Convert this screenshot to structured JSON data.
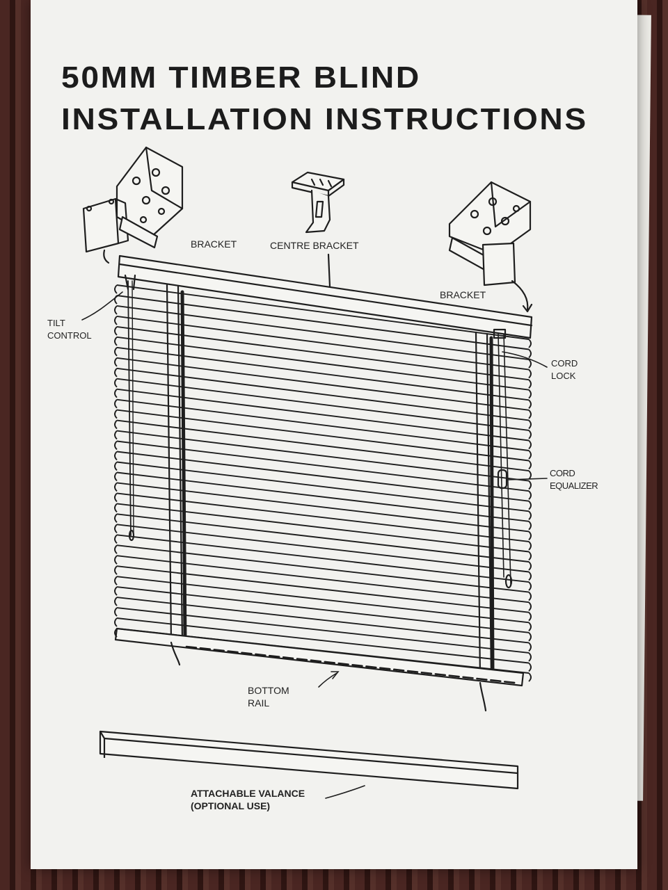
{
  "document": {
    "title_line1": "50MM TIMBER BLIND",
    "title_line2": "INSTALLATION INSTRUCTIONS"
  },
  "diagram": {
    "labels": {
      "bracket_left": "BRACKET",
      "centre_bracket": "CENTRE BRACKET",
      "bracket_right": "BRACKET",
      "tilt_control_line1": "TILT",
      "tilt_control_line2": "CONTROL",
      "cord_lock_line1": "CORD",
      "cord_lock_line2": "LOCK",
      "cord_equalizer_line1": "CORD",
      "cord_equalizer_line2": "EQUALIZER",
      "bottom_rail_line1": "BOTTOM",
      "bottom_rail_line2": "RAIL",
      "valance_line1": "ATTACHABLE VALANCE",
      "valance_line2": "(OPTIONAL USE)"
    }
  }
}
